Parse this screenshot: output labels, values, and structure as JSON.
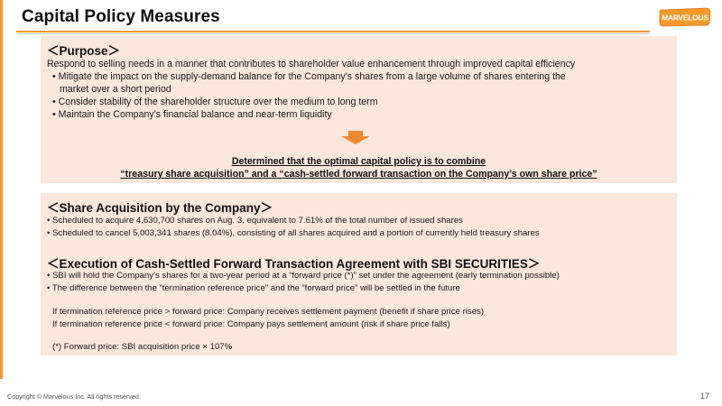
{
  "slide": {
    "title": "Capital Policy Measures",
    "logo_text": "MARVELOUS",
    "purpose": {
      "heading": "＜Purpose＞",
      "intro": "Respond to selling needs in a manner that contributes to shareholder value enhancement through improved capital efficiency",
      "bullets": [
        "• Mitigate the impact on the supply-demand balance for the Company’s shares from a large volume of shares entering the",
        "market over a short period",
        "• Consider stability of the shareholder structure over the medium to long term",
        "• Maintain the Company’s financial balance and near-term liquidity"
      ],
      "conclusion_line1": "Determined that the optimal capital policy is to combine",
      "conclusion_line2": "“treasury share acquisition” and a “cash-settled forward transaction on the Company’s own share price”"
    },
    "acquisition": {
      "heading": "＜Share Acquisition by the Company＞",
      "bullets": [
        "• Scheduled to acquire 4,630,700 shares on Aug. 3, equivalent to 7.61% of the total number of issued shares",
        "• Scheduled to cancel 5,003,341 shares (8.04%), consisting of all shares acquired and a portion of currently held treasury shares"
      ]
    },
    "forward": {
      "heading": "＜Execution of Cash-Settled Forward Transaction Agreement with SBI SECURITIES＞",
      "bullets": [
        "• SBI will hold the Company’s shares for a two-year period at a “forward price (*)” set under the agreement (early termination possible)",
        "• The difference between the “termination reference price” and the “forward price” will be settled in the future"
      ],
      "conditions": [
        "If termination reference price > forward price: Company receives settlement payment (benefit if share price rises)",
        "If termination reference price < forward price: Company pays settlement amount (risk if share price falls)"
      ],
      "note": "(*) Forward price: SBI acquisition price × 107%"
    },
    "footer": "Copyright © Marvelous Inc. All rights reserved.",
    "page_number": "17"
  },
  "colors": {
    "accent": "#f39a2b",
    "box_fill": "#fbe7db",
    "arrow": "#ee8a2e"
  },
  "icons": {
    "logo": "marvelous-logo",
    "arrow": "down-arrow-icon"
  }
}
